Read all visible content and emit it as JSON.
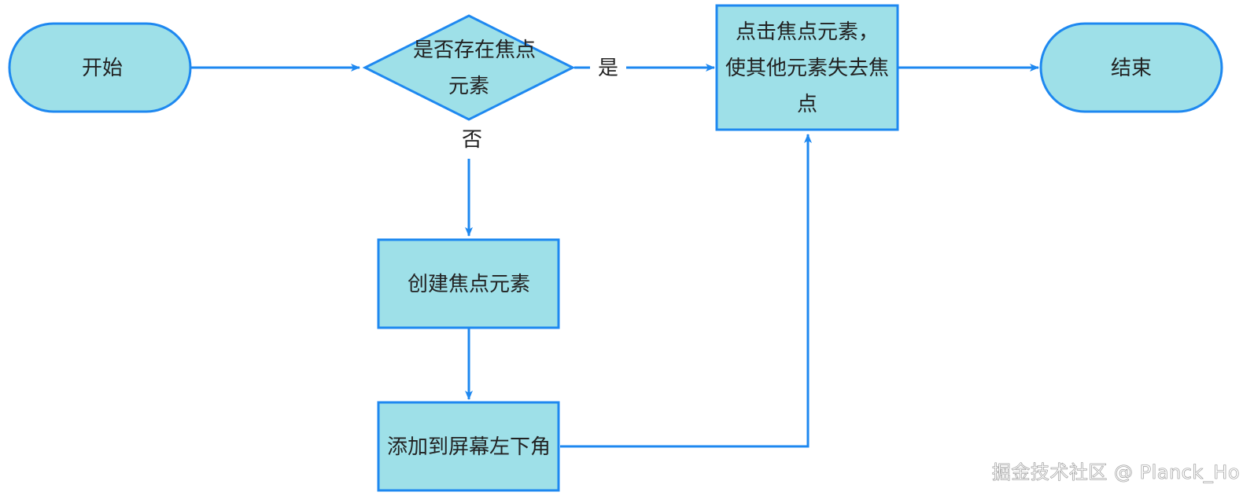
{
  "colors": {
    "node_fill": "#9ee0e8",
    "node_stroke": "#1e88f0",
    "edge": "#1e88f0",
    "text": "#222222"
  },
  "nodes": {
    "start": "开始",
    "decision": [
      "是否存在焦点",
      "元素"
    ],
    "create": "创建焦点元素",
    "add": "添加到屏幕左下角",
    "click": [
      "点击焦点元素，",
      "使其他元素失去焦",
      "点"
    ],
    "end": "结束"
  },
  "edges": {
    "yes": "是",
    "no": "否"
  },
  "watermark": "掘金技术社区 @ Planck_Ho"
}
